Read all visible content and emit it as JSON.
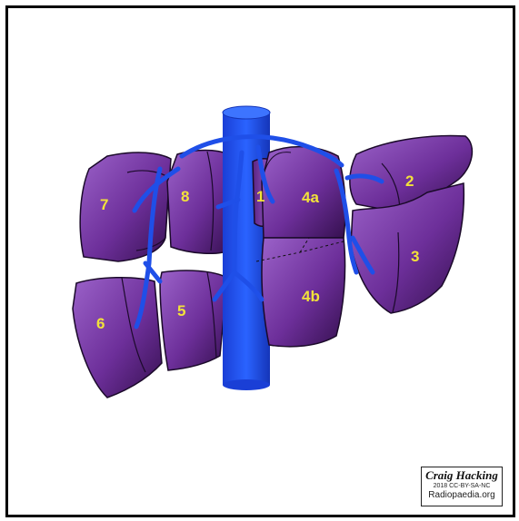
{
  "diagram": {
    "segments": [
      {
        "id": "7",
        "label": "7"
      },
      {
        "id": "8",
        "label": "8"
      },
      {
        "id": "1",
        "label": "1"
      },
      {
        "id": "4a",
        "label": "4a"
      },
      {
        "id": "2",
        "label": "2"
      },
      {
        "id": "3",
        "label": "3"
      },
      {
        "id": "4b",
        "label": "4b"
      },
      {
        "id": "6",
        "label": "6"
      },
      {
        "id": "5",
        "label": "5"
      }
    ],
    "colors": {
      "liver_segment": "#7b3fa8",
      "liver_segment_dark": "#3b1456",
      "vessel": "#1f4fe8",
      "label": "#f2e23a"
    }
  },
  "credit": {
    "author": "Craig Hacking",
    "license": "2018 CC-BY-SA-NC",
    "site": "Radiopaedia.org"
  }
}
